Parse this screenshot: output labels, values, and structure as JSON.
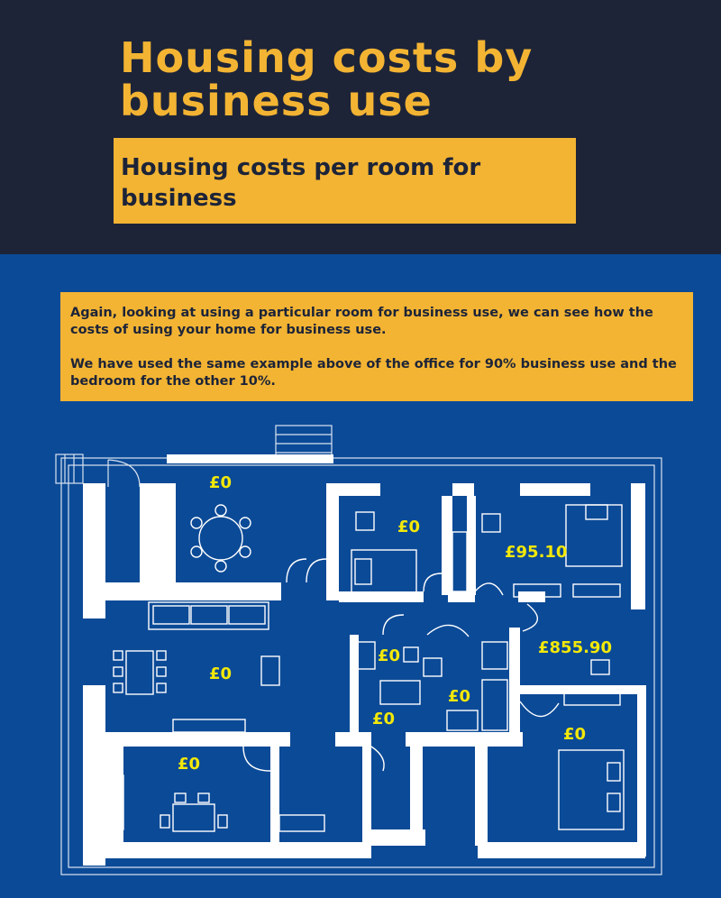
{
  "header": {
    "title": "Housing costs by business use",
    "subtitle": "Housing costs per room for business"
  },
  "info": {
    "paragraph1": "Again, looking at using a particular room for business use, we can see how the costs of using your home for business use.",
    "paragraph2": "We have used the same example above of the office for 90% business use and the bedroom for the other 10%."
  },
  "rooms": {
    "dining_top": "£0",
    "bedroom_small": "£0",
    "bedroom_top_right": "£95.10",
    "office": "£855.90",
    "living": "£0",
    "bathroom_left": "£0",
    "bathroom_right": "£0",
    "hall_small": "£0",
    "bedroom_bottom_right": "£0",
    "kitchen": "£0"
  },
  "colors": {
    "header_bg": "#1d2438",
    "accent": "#f3b433",
    "page_bg": "#0b4a97",
    "cost_label": "#f3e80a"
  }
}
